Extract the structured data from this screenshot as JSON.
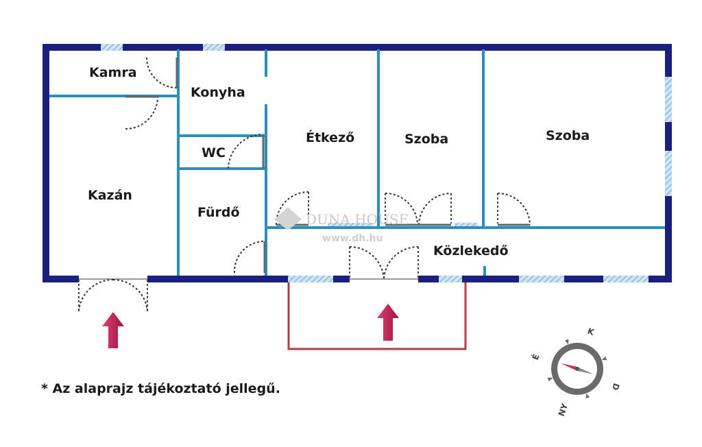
{
  "rooms": {
    "kamra": "Kamra",
    "konyha": "Konyha",
    "wc": "WC",
    "kazan": "Kazán",
    "furdo": "Fürdő",
    "etkezo": "Étkező",
    "szoba1": "Szoba",
    "szoba2": "Szoba",
    "kozlekedo": "Közlekedő"
  },
  "watermark": {
    "brand": "DUNA HOUSE",
    "url": "www.dh.hu"
  },
  "compass": {
    "north": "É",
    "east": "K",
    "south": "D",
    "west": "NY"
  },
  "note": "* Az alaprajz tájékoztató jellegű.",
  "colors": {
    "outer_wall": "#1b1f7e",
    "inner_wall": "#2a8fbf",
    "window": "#9fc6e6",
    "door": "#333333",
    "terrace": "#b83a45",
    "arrow": "#c81e5a"
  }
}
